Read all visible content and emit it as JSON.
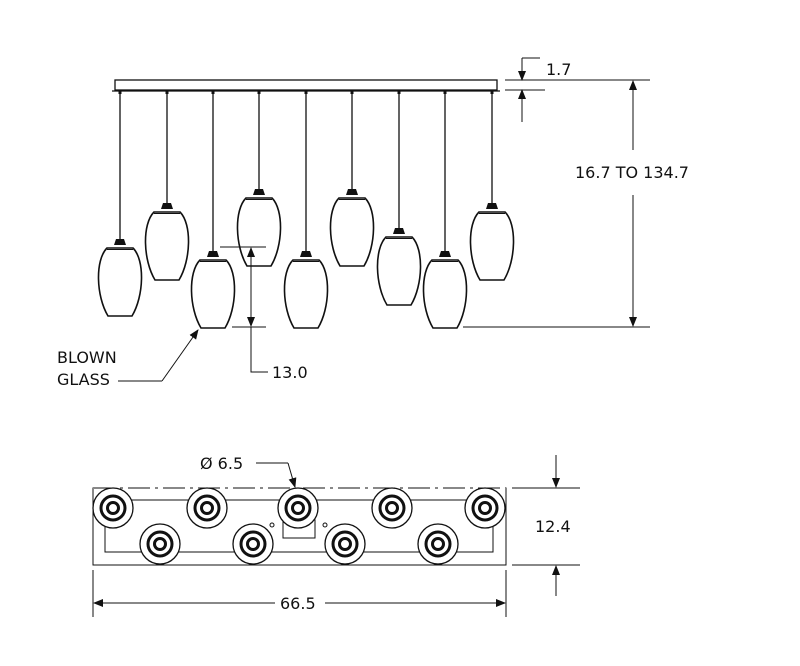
{
  "elevation_view": {
    "canopy_thickness_label": "1.7",
    "overall_height_label": "16.7 TO 134.7",
    "glass_height_label": "13.0",
    "callout_line1": "BLOWN",
    "callout_line2": "GLASS",
    "pendant_count": 9
  },
  "plan_view": {
    "diameter_label": "Ø 6.5",
    "depth_label": "12.4",
    "width_label": "66.5"
  },
  "colors": {
    "line": "#111111",
    "background": "#ffffff"
  }
}
